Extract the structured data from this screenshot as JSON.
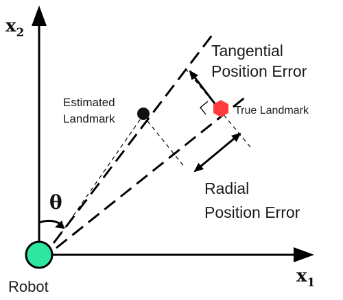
{
  "diagram": {
    "axes": {
      "x_label": "x",
      "x_subscript": "1",
      "y_label": "x",
      "y_subscript": "2"
    },
    "robot": {
      "label": "Robot",
      "color": "#2ee6a0"
    },
    "angle": {
      "label": "θ"
    },
    "estimated_landmark": {
      "label_line1": "Estimated",
      "label_line2": "Landmark",
      "color": "#111111"
    },
    "true_landmark": {
      "label": "True Landmark",
      "color": "#ff3b3b"
    },
    "tangential_error": {
      "label_line1": "Tangential",
      "label_line2": "Position Error"
    },
    "radial_error": {
      "label_line1": "Radial",
      "label_line2": "Position Error"
    }
  }
}
